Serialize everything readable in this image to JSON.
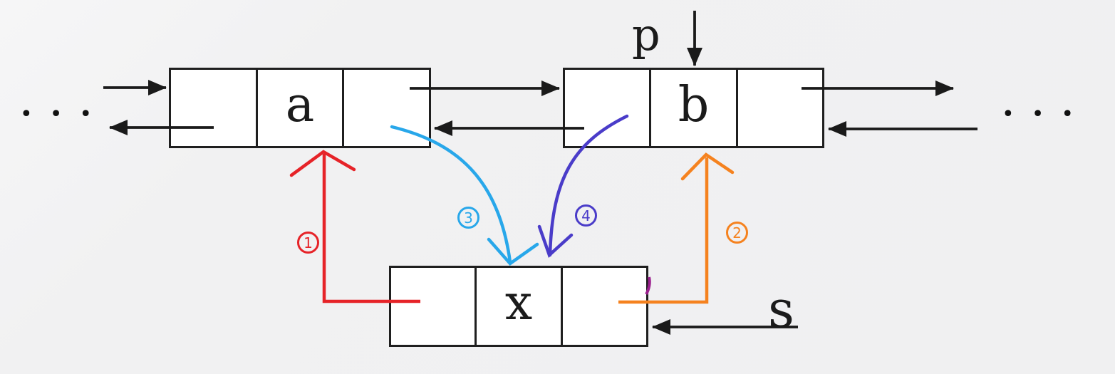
{
  "nodes": {
    "a": {
      "label": "a"
    },
    "b": {
      "label": "b"
    },
    "x": {
      "label": "x"
    }
  },
  "pointers": {
    "p_label": "p",
    "s_label": "s"
  },
  "steps": [
    {
      "num": "1",
      "color": "#e62328"
    },
    {
      "num": "2",
      "color": "#f5821f"
    },
    {
      "num": "3",
      "color": "#28a7ea"
    },
    {
      "num": "4",
      "color": "#4a3cc9"
    }
  ],
  "ellipsis_left": "•••",
  "ellipsis_right": "•••",
  "colors": {
    "arrow_black": "#1a1a1a",
    "node_border": "#1f1f1f",
    "node_fill": "#ffffff",
    "background": "#f1f1f2",
    "stray_mark": "#9b1f8e"
  }
}
